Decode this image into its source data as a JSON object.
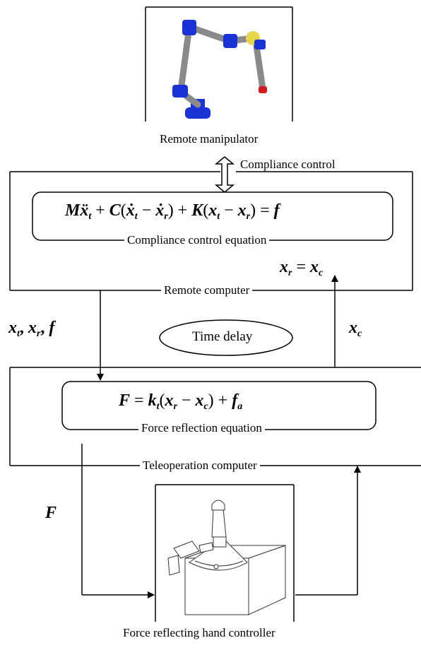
{
  "labels": {
    "remote_manipulator": "Remote manipulator",
    "compliance_control": "Compliance control",
    "compliance_control_equation": "Compliance control equation",
    "remote_computer": "Remote computer",
    "time_delay": "Time delay",
    "force_reflection_equation": "Force reflection equation",
    "teleoperation_computer": "Teleoperation computer",
    "force_reflecting_hand_controller": "Force reflecting hand controller"
  },
  "equations": {
    "compliance": "Mẍt + C(ẋt − ẋr) + K(xt − xr) = f",
    "force_reflection": "F = kt(xr − xc) + fa",
    "xr_equals_xc": "xr = xc"
  },
  "signals": {
    "down_left": "xt, xr, f",
    "up_right": "xc",
    "force": "F"
  },
  "colors": {
    "line": "#000000",
    "joint_blue": "#1a33d6",
    "link_gray": "#8a8a8a",
    "tip_red": "#d21a1a",
    "joint_yellow": "#e6d64a"
  }
}
